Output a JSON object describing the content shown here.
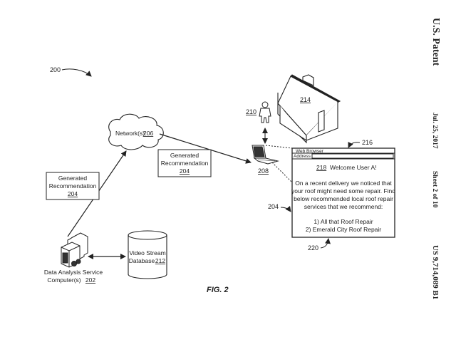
{
  "header": {
    "publication": "U.S. Patent",
    "date": "Jul. 25, 2017",
    "sheet": "Sheet 2 of 10",
    "patent_number": "US 9,714,089 B1"
  },
  "figure": {
    "label": "FIG. 2",
    "system_ref": "200"
  },
  "network": {
    "label": "Network(s)",
    "ref": "206"
  },
  "recommendation_left": {
    "line1": "Generated",
    "line2": "Recommendation",
    "ref": "204"
  },
  "recommendation_mid": {
    "line1": "Generated",
    "line2": "Recommendation",
    "ref": "204"
  },
  "server": {
    "line1": "Data Analysis Service",
    "line2": "Computer(s)",
    "ref": "202"
  },
  "database": {
    "line1": "Video Stream",
    "line2": "Database",
    "ref": "212"
  },
  "user": {
    "ref": "210"
  },
  "house": {
    "ref": "214"
  },
  "laptop": {
    "ref": "208"
  },
  "browser": {
    "ref": "216",
    "title_bar": "Web Browser",
    "address_label": "Address",
    "welcome_ref": "218",
    "welcome": "Welcome User A!",
    "message": [
      "On a recent delivery we noticed that",
      "your roof might need some repair. Find",
      "below recommended local roof repair",
      "services that we recommend:"
    ],
    "list": [
      "1) All that Roof Repair",
      "2) Emerald City Roof Repair"
    ],
    "list_ref": "220",
    "content_ref": "204"
  }
}
